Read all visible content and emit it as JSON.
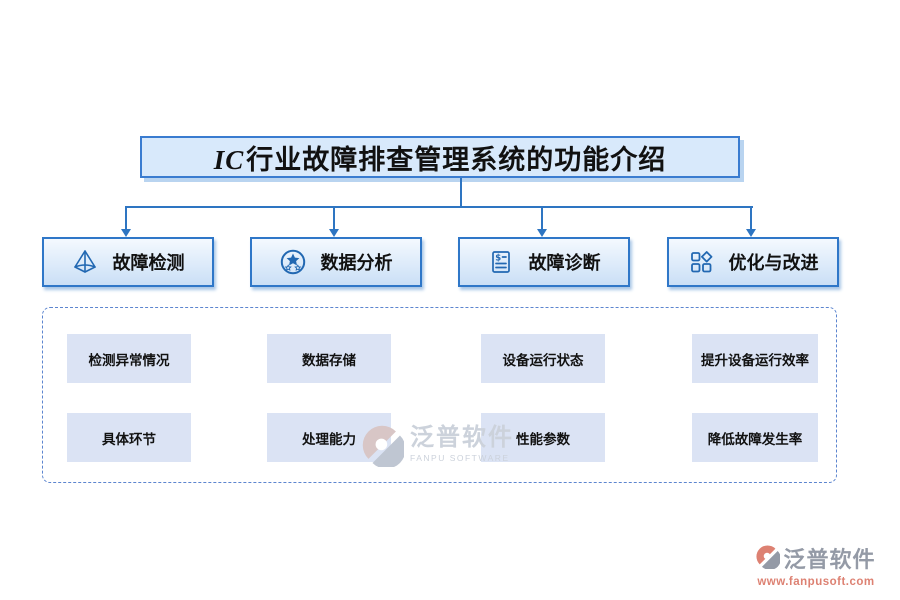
{
  "title": {
    "prefix": "IC",
    "text": "行业故障排查管理系统的功能介绍"
  },
  "branches": [
    {
      "label": "故障检测",
      "icon": "pyramid-icon"
    },
    {
      "label": "数据分析",
      "icon": "star-badge-icon"
    },
    {
      "label": "故障诊断",
      "icon": "document-dollar-icon"
    },
    {
      "label": "优化与改进",
      "icon": "components-icon"
    }
  ],
  "details": {
    "rows": [
      [
        "检测异常情况",
        "数据存储",
        "设备运行状态",
        "提升设备运行效率"
      ],
      [
        "具体环节",
        "处理能力",
        "性能参数",
        "降低故障发生率"
      ]
    ]
  },
  "watermark": {
    "name": "泛普软件",
    "subtitle": "FANPU SOFTWARE"
  },
  "footer": {
    "brand": "泛普软件",
    "url": "www.fanpusoft.com"
  },
  "colors": {
    "accent_blue": "#2e75c2",
    "box_border": "#2f77c8",
    "title_fill": "#d8e9fb",
    "sub_box_fill": "#dbe3f4",
    "watermark_gray": "#ccd2db",
    "brand_coral": "#dd8172",
    "brand_gray": "#949aa6"
  }
}
